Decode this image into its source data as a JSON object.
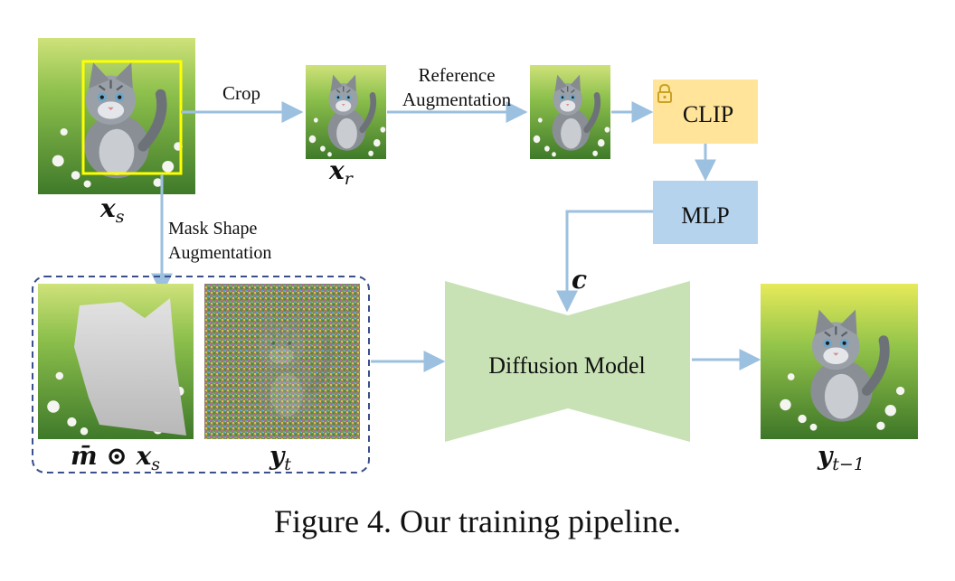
{
  "caption": "Figure 4. Our training pipeline.",
  "labels": {
    "crop": "Crop",
    "ref_aug_line1": "Reference",
    "ref_aug_line2": "Augmentation",
    "mask_aug_line1": "Mask Shape",
    "mask_aug_line2": "Augmentation",
    "clip": "CLIP",
    "mlp": "MLP",
    "diffusion": "Diffusion Model"
  },
  "math": {
    "xs": {
      "base": "x",
      "sub": "s"
    },
    "xr": {
      "base": "x",
      "sub": "r"
    },
    "masked": {
      "base": "m̄ ⊙ x",
      "sub": "s"
    },
    "yt": {
      "base": "y",
      "sub": "t"
    },
    "ytm1": {
      "base": "y",
      "sub": "t−1"
    },
    "c": "c"
  },
  "icons": {
    "lock": "lock-icon"
  },
  "colors": {
    "arrow": "#9cc0df",
    "clip_fill": "#ffe49a",
    "mlp_fill": "#b5d3ec",
    "diffusion_fill": "#c8e2b6",
    "crop_box": "#ffff00",
    "dashed_border": "#3a4f8c",
    "lock": "#c9a227"
  }
}
